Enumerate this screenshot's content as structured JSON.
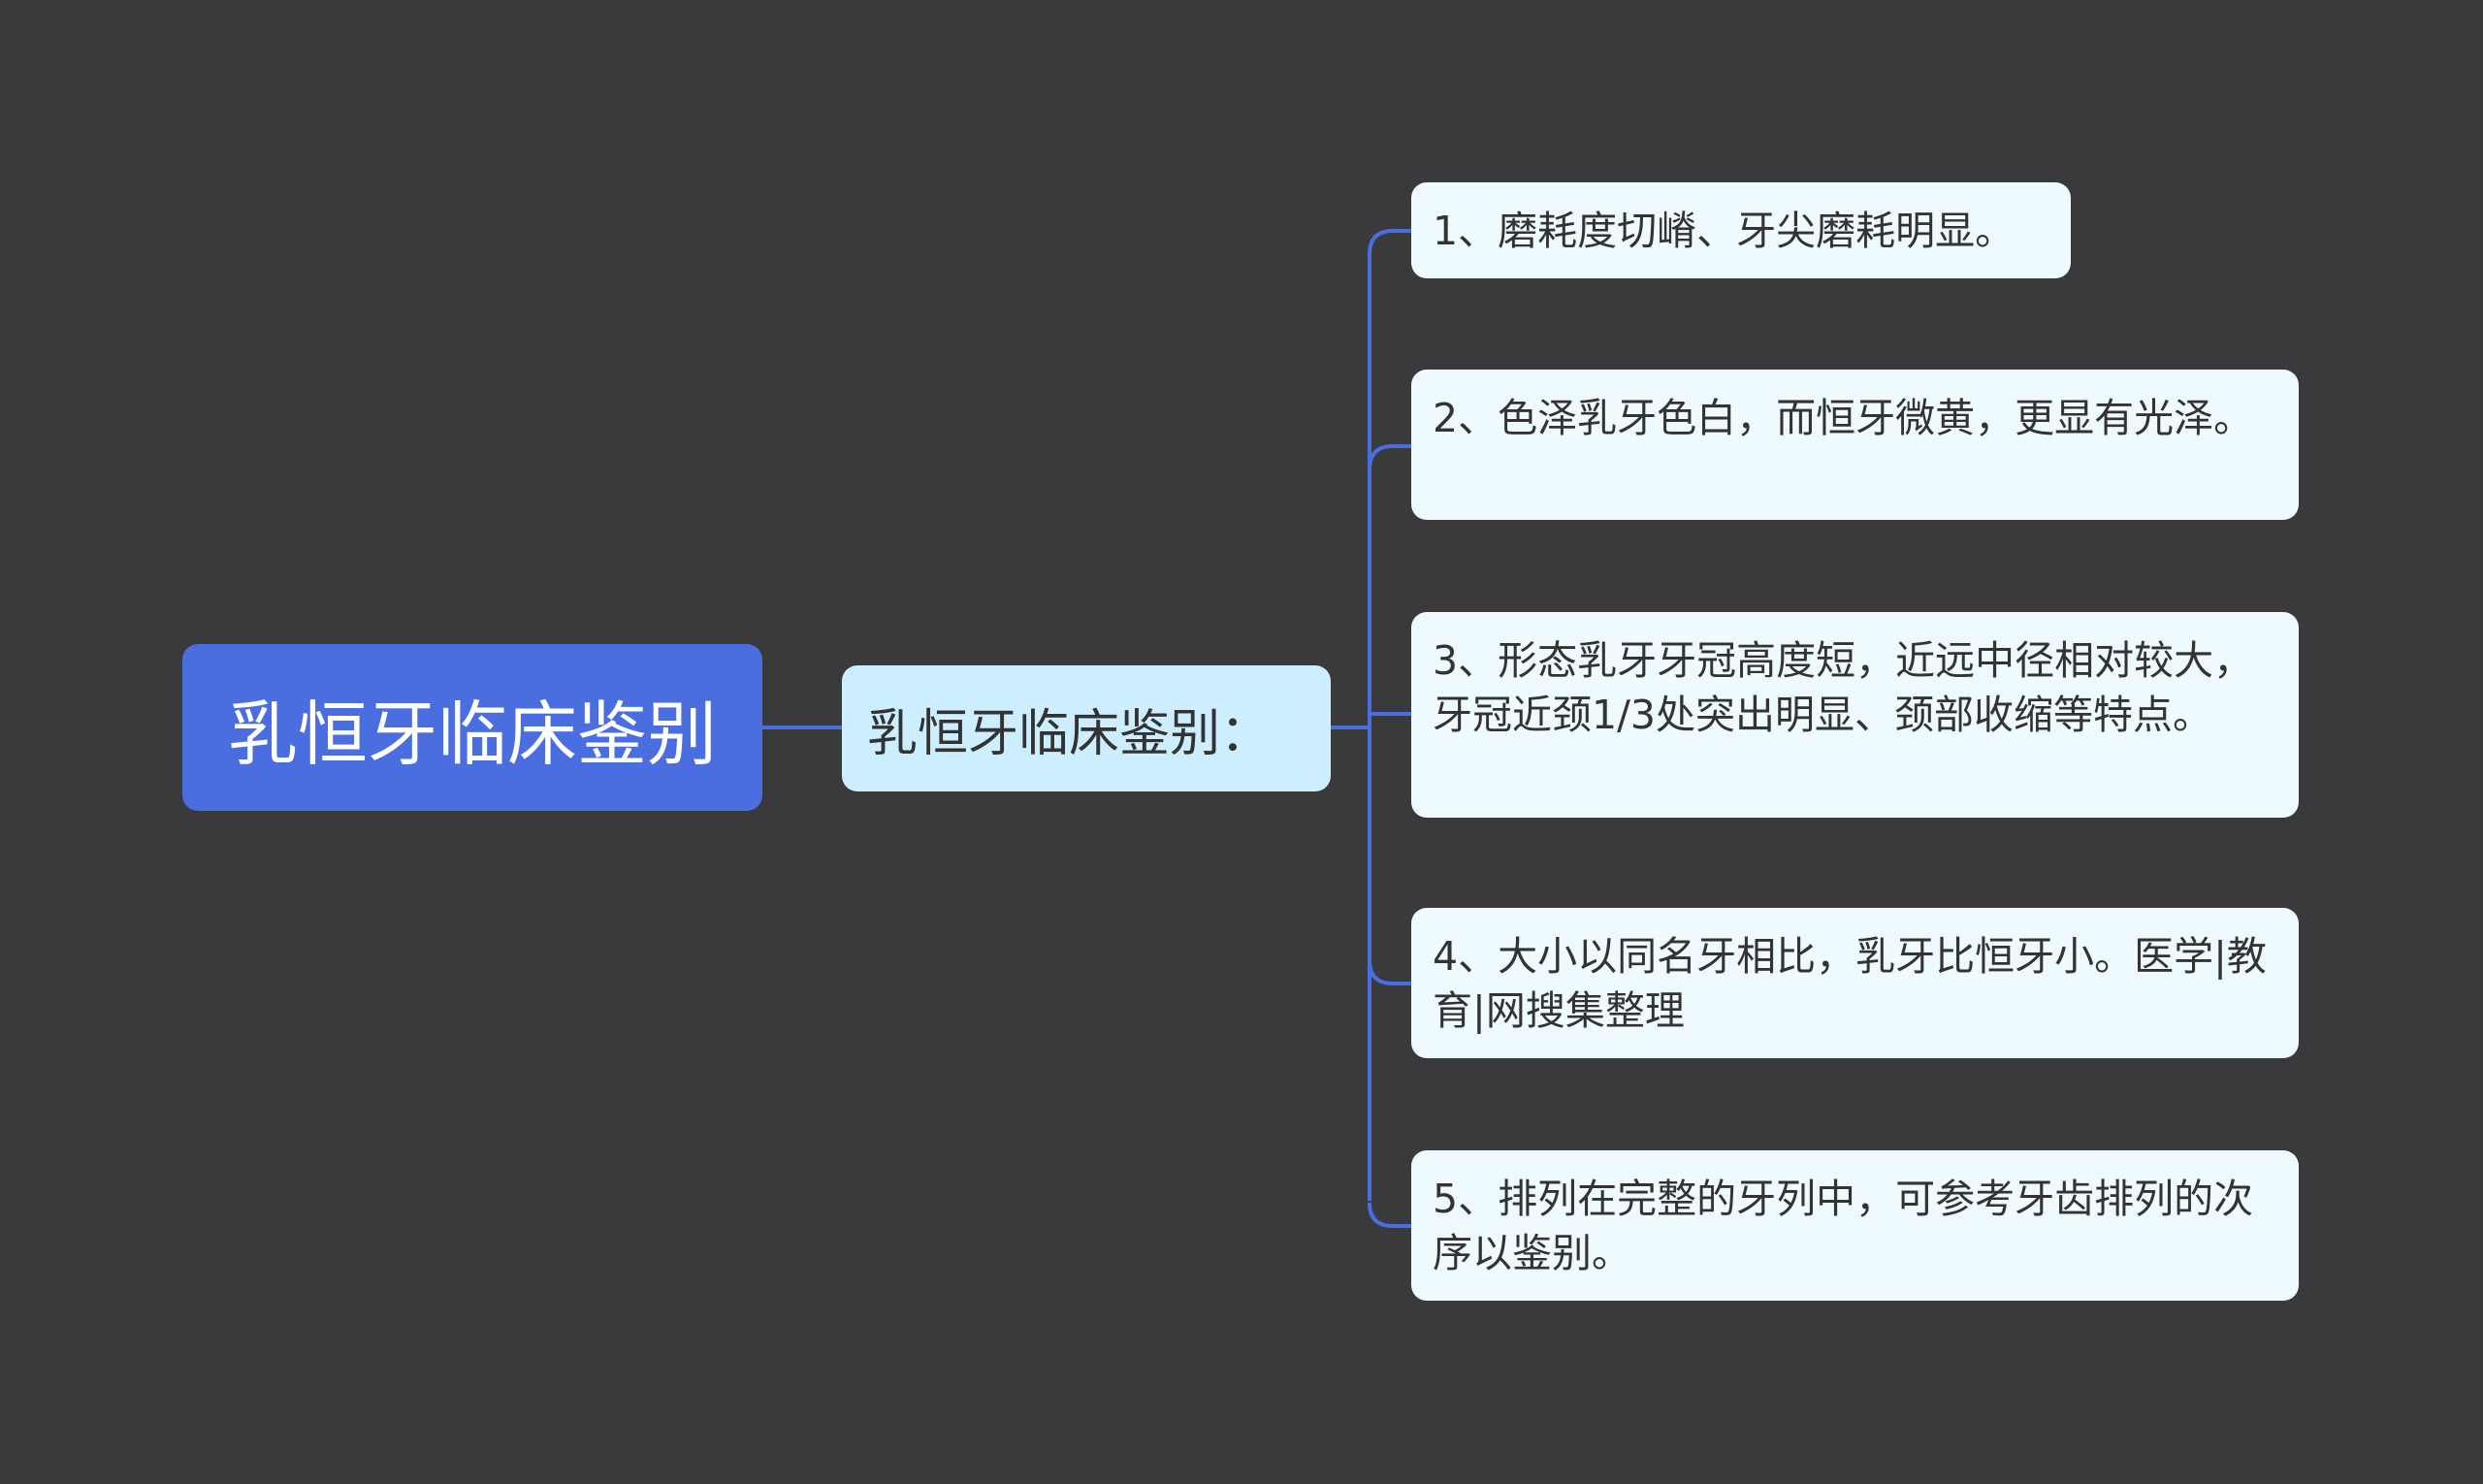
{
  "mindmap": {
    "root": {
      "label": "乳恒牙临床鉴别"
    },
    "branch": {
      "label": "乳恒牙临床鉴别："
    },
    "leaves": [
      {
        "label": "1、磨耗度切嵴、牙尖磨耗明显。"
      },
      {
        "label": "2、色泽乳牙色白，而恒牙微黄，更显有光泽。"
      },
      {
        "label": "3、形态乳牙牙冠高度短，近远中径相对较大，牙冠近颈1/3处突出明显、颈部收缩等特点。"
      },
      {
        "label": "4、大小以同名牙相比，乳牙比恒牙小。医学|教育|网搜集整理"
      },
      {
        "label": "5、排列在完整的牙列中，可参考牙齿排列的次序以鉴别。"
      }
    ]
  },
  "colors": {
    "background": "#3a393b",
    "root_fill": "#4a6ee0",
    "branch_fill": "#cdeefe",
    "leaf_fill": "#eefafd",
    "connector": "#4a6ee0"
  }
}
